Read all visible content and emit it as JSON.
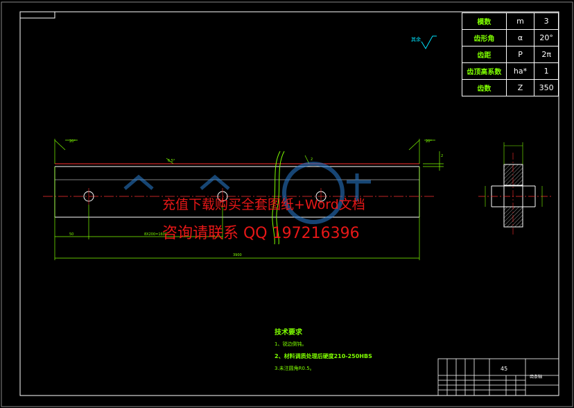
{
  "parameters": [
    {
      "name": "模数",
      "symbol": "m",
      "value": "3"
    },
    {
      "name": "齿形角",
      "symbol": "α",
      "value": "20°"
    },
    {
      "name": "齿距",
      "symbol": "P",
      "value": "2π"
    },
    {
      "name": "齿顶高系数",
      "symbol": "ha*",
      "value": "1"
    },
    {
      "name": "齿数",
      "symbol": "Z",
      "value": "350"
    }
  ],
  "technical_requirements": {
    "title": "技术要求",
    "items": [
      "1、锐边倒钝。",
      "2、材料调质处理后硬度210-250HBS",
      "3.未注圆角R0.5。"
    ]
  },
  "watermark": {
    "line1": "充值下载购买全套图纸+Word文档",
    "line2": "咨询请联系 QQ 197216396"
  },
  "title_block": {
    "material": "45",
    "part_name": "齿条轴"
  },
  "roughness_note": "其余"
}
